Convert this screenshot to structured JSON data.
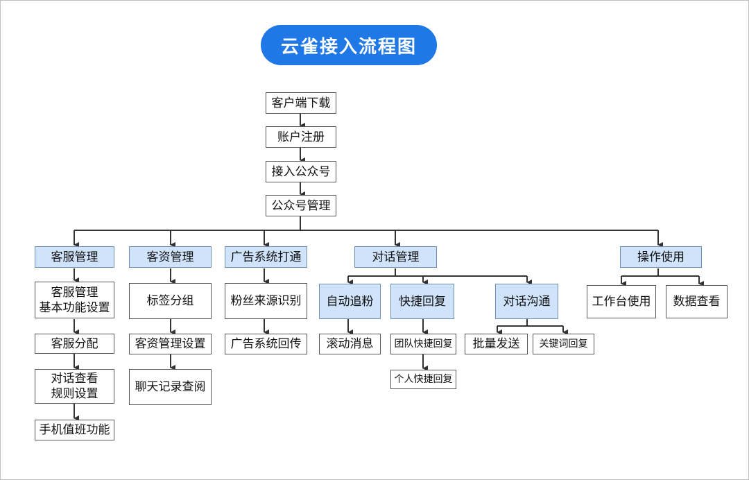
{
  "title": "云雀接入流程图",
  "main_flow": [
    "客户端下载",
    "账户注册",
    "接入公众号",
    "公众号管理"
  ],
  "categories": [
    {
      "label": "客服管理",
      "items": [
        [
          "客服管理",
          "基本功能设置"
        ],
        "客服分配",
        [
          "对话查看",
          "规则设置"
        ],
        "手机值班功能"
      ]
    },
    {
      "label": "客资管理",
      "items": [
        "标签分组",
        "客资管理设置",
        "聊天记录查阅"
      ]
    },
    {
      "label": "广告系统打通",
      "items": [
        "粉丝来源识别",
        "广告系统回传"
      ]
    },
    {
      "label": "对话管理",
      "subgroups": [
        {
          "label": "自动追粉",
          "items": [
            "滚动消息"
          ]
        },
        {
          "label": "快捷回复",
          "items": [
            "团队快捷回复",
            "个人快捷回复"
          ]
        },
        {
          "label": "对话沟通",
          "items": [
            "批量发送",
            "关键词回复"
          ]
        }
      ]
    },
    {
      "label": "操作使用",
      "items": [
        "工作台使用",
        "数据查看"
      ]
    }
  ],
  "colors": {
    "title_bg": "#1f78e6",
    "highlight_bg": "#cfe3fb",
    "line": "#333333"
  }
}
